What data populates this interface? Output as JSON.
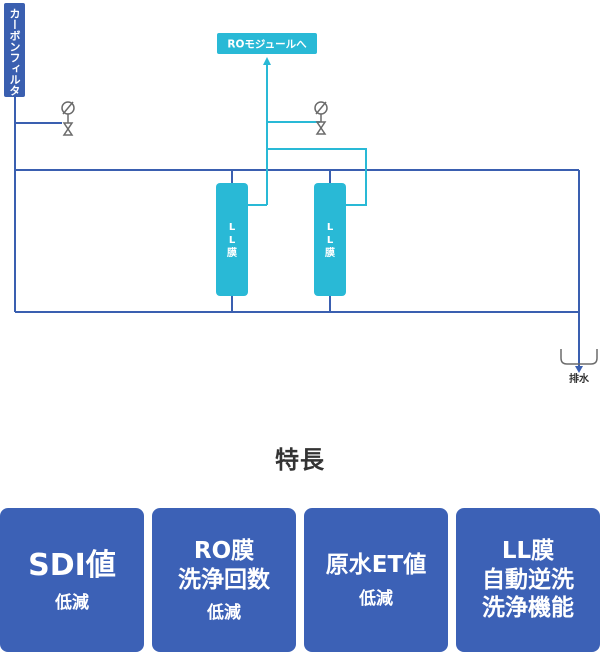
{
  "diagram": {
    "carbon_filter_label": "カーボンフィルタ",
    "ro_module_label": "ROモジュールへ",
    "ll_membrane_1": [
      "L",
      "L",
      "膜"
    ],
    "ll_membrane_2": [
      "L",
      "L",
      "膜"
    ],
    "drain_label": "排水"
  },
  "features": {
    "title": "特長",
    "cards": [
      {
        "lines": [
          "SDI値"
        ],
        "sub": "低減"
      },
      {
        "lines": [
          "RO膜",
          "洗浄回数"
        ],
        "sub": "低減"
      },
      {
        "lines": [
          "原水ET値"
        ],
        "sub": "低減"
      },
      {
        "lines": [
          "LL膜",
          "自動逆洗",
          "洗浄機能"
        ],
        "sub": ""
      }
    ]
  },
  "colors": {
    "pipe_blue": "#3a5fb0",
    "pipe_cyan": "#29b9d6",
    "card_bg": "#3c61b6",
    "valve_gray": "#6b6b6b"
  }
}
